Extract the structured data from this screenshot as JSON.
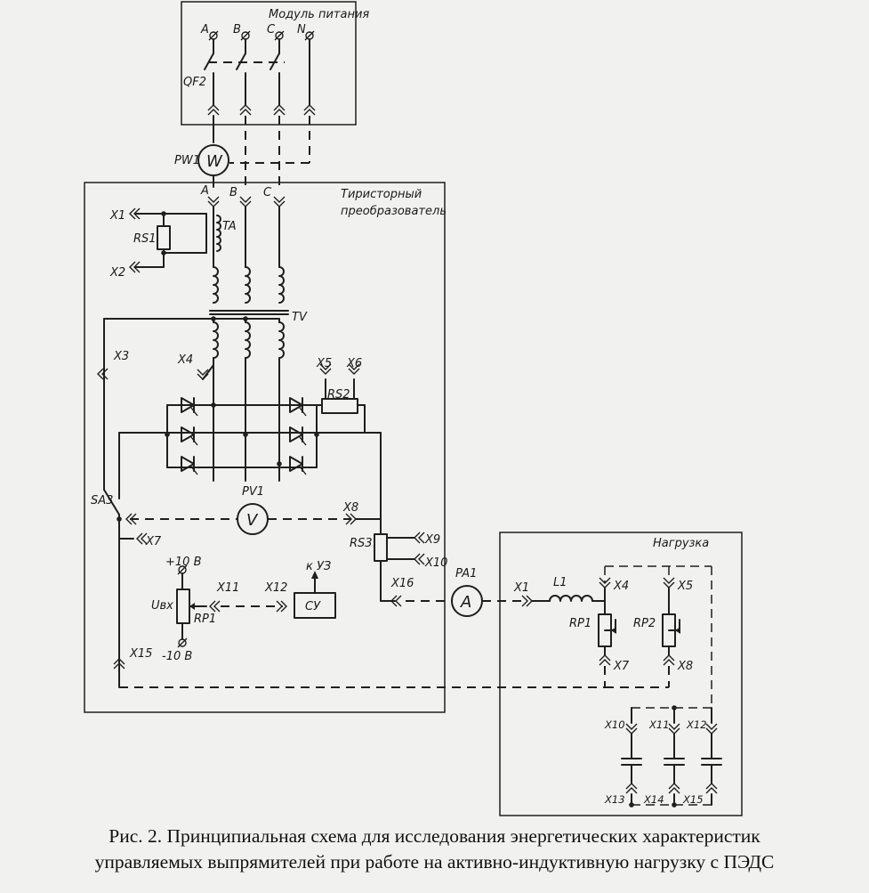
{
  "modules": {
    "power": "Модуль питания",
    "thyristor_line1": "Тиристорный",
    "thyristor_line2": "преобразователь",
    "load": "Нагрузка"
  },
  "terminals_power": [
    "A",
    "B",
    "C",
    "N"
  ],
  "phases_tp": [
    "A",
    "B",
    "C"
  ],
  "labels": {
    "qf2": "QF2",
    "pw1": "PW1",
    "w": "W",
    "ta": "TA",
    "tv": "TV",
    "rs1": "RS1",
    "rs2": "RS2",
    "rs3": "RS3",
    "x1": "X1",
    "x2": "X2",
    "x3": "X3",
    "x4": "X4",
    "x5": "X5",
    "x6": "X6",
    "x7": "X7",
    "x8": "X8",
    "x9": "X9",
    "x10": "X10",
    "x11": "X11",
    "x12": "X12",
    "x15": "X15",
    "x16": "X16",
    "sa3": "SA3",
    "pv1": "PV1",
    "v": "V",
    "pa1": "PA1",
    "a": "A",
    "ubx": "Uвх",
    "rp1": "RP1",
    "plus10": "+10 В",
    "minus10": "-10 В",
    "cy": "СУ",
    "ky3": "к УЗ"
  },
  "load_labels": {
    "x1": "X1",
    "l1": "L1",
    "x4": "X4",
    "x5": "X5",
    "rp1": "RP1",
    "rp2": "RP2",
    "x7": "X7",
    "x8": "X8",
    "x10": "X10",
    "x11": "X11",
    "x12": "X12",
    "x13": "X13",
    "x14": "X14",
    "x15": "X15"
  },
  "caption": {
    "line1": "Рис. 2. Принципиальная схема для исследования энергетических характеристик",
    "line2": "управляемых выпрямителей при работе на активно-индуктивную нагрузку с ПЭДС"
  }
}
